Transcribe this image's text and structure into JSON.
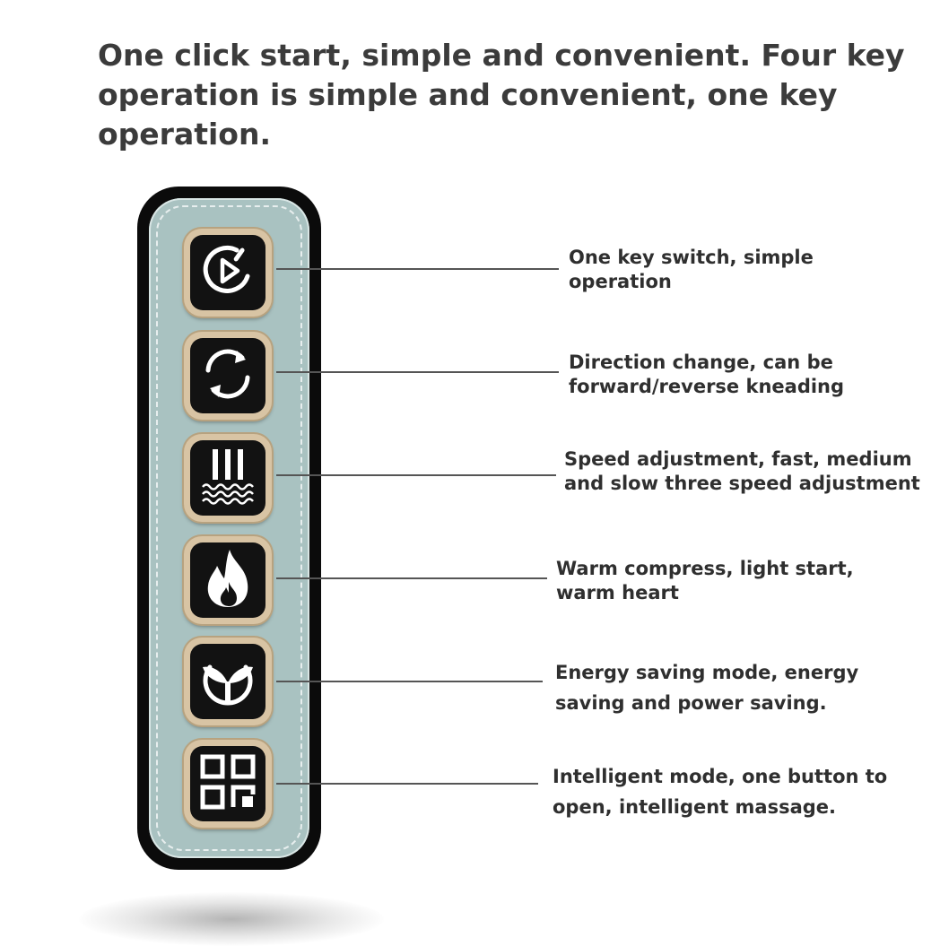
{
  "headline": "One click start, simple and convenient. Four key operation is simple and convenient, one key operation.",
  "colors": {
    "remote_body": "#0b0b0b",
    "remote_panel": "#a9c2c1",
    "key_rim": "#d8c4a4",
    "key_face": "#121212",
    "text": "#2f2f2f"
  },
  "buttons": [
    {
      "icon": "power-play-icon",
      "label": "One key switch, simple operation"
    },
    {
      "icon": "rotate-arrows-icon",
      "label": "Direction change, can be forward/reverse kneading"
    },
    {
      "icon": "speed-waves-icon",
      "label": "Speed adjustment, fast, medium and slow three speed adjustment"
    },
    {
      "icon": "flame-icon",
      "label": "Warm compress, light start, warm heart"
    },
    {
      "icon": "energy-leaf-icon",
      "label": "Energy saving mode, energy saving and power saving."
    },
    {
      "icon": "grid-mode-icon",
      "label": "Intelligent mode, one button to open, intelligent massage."
    }
  ]
}
